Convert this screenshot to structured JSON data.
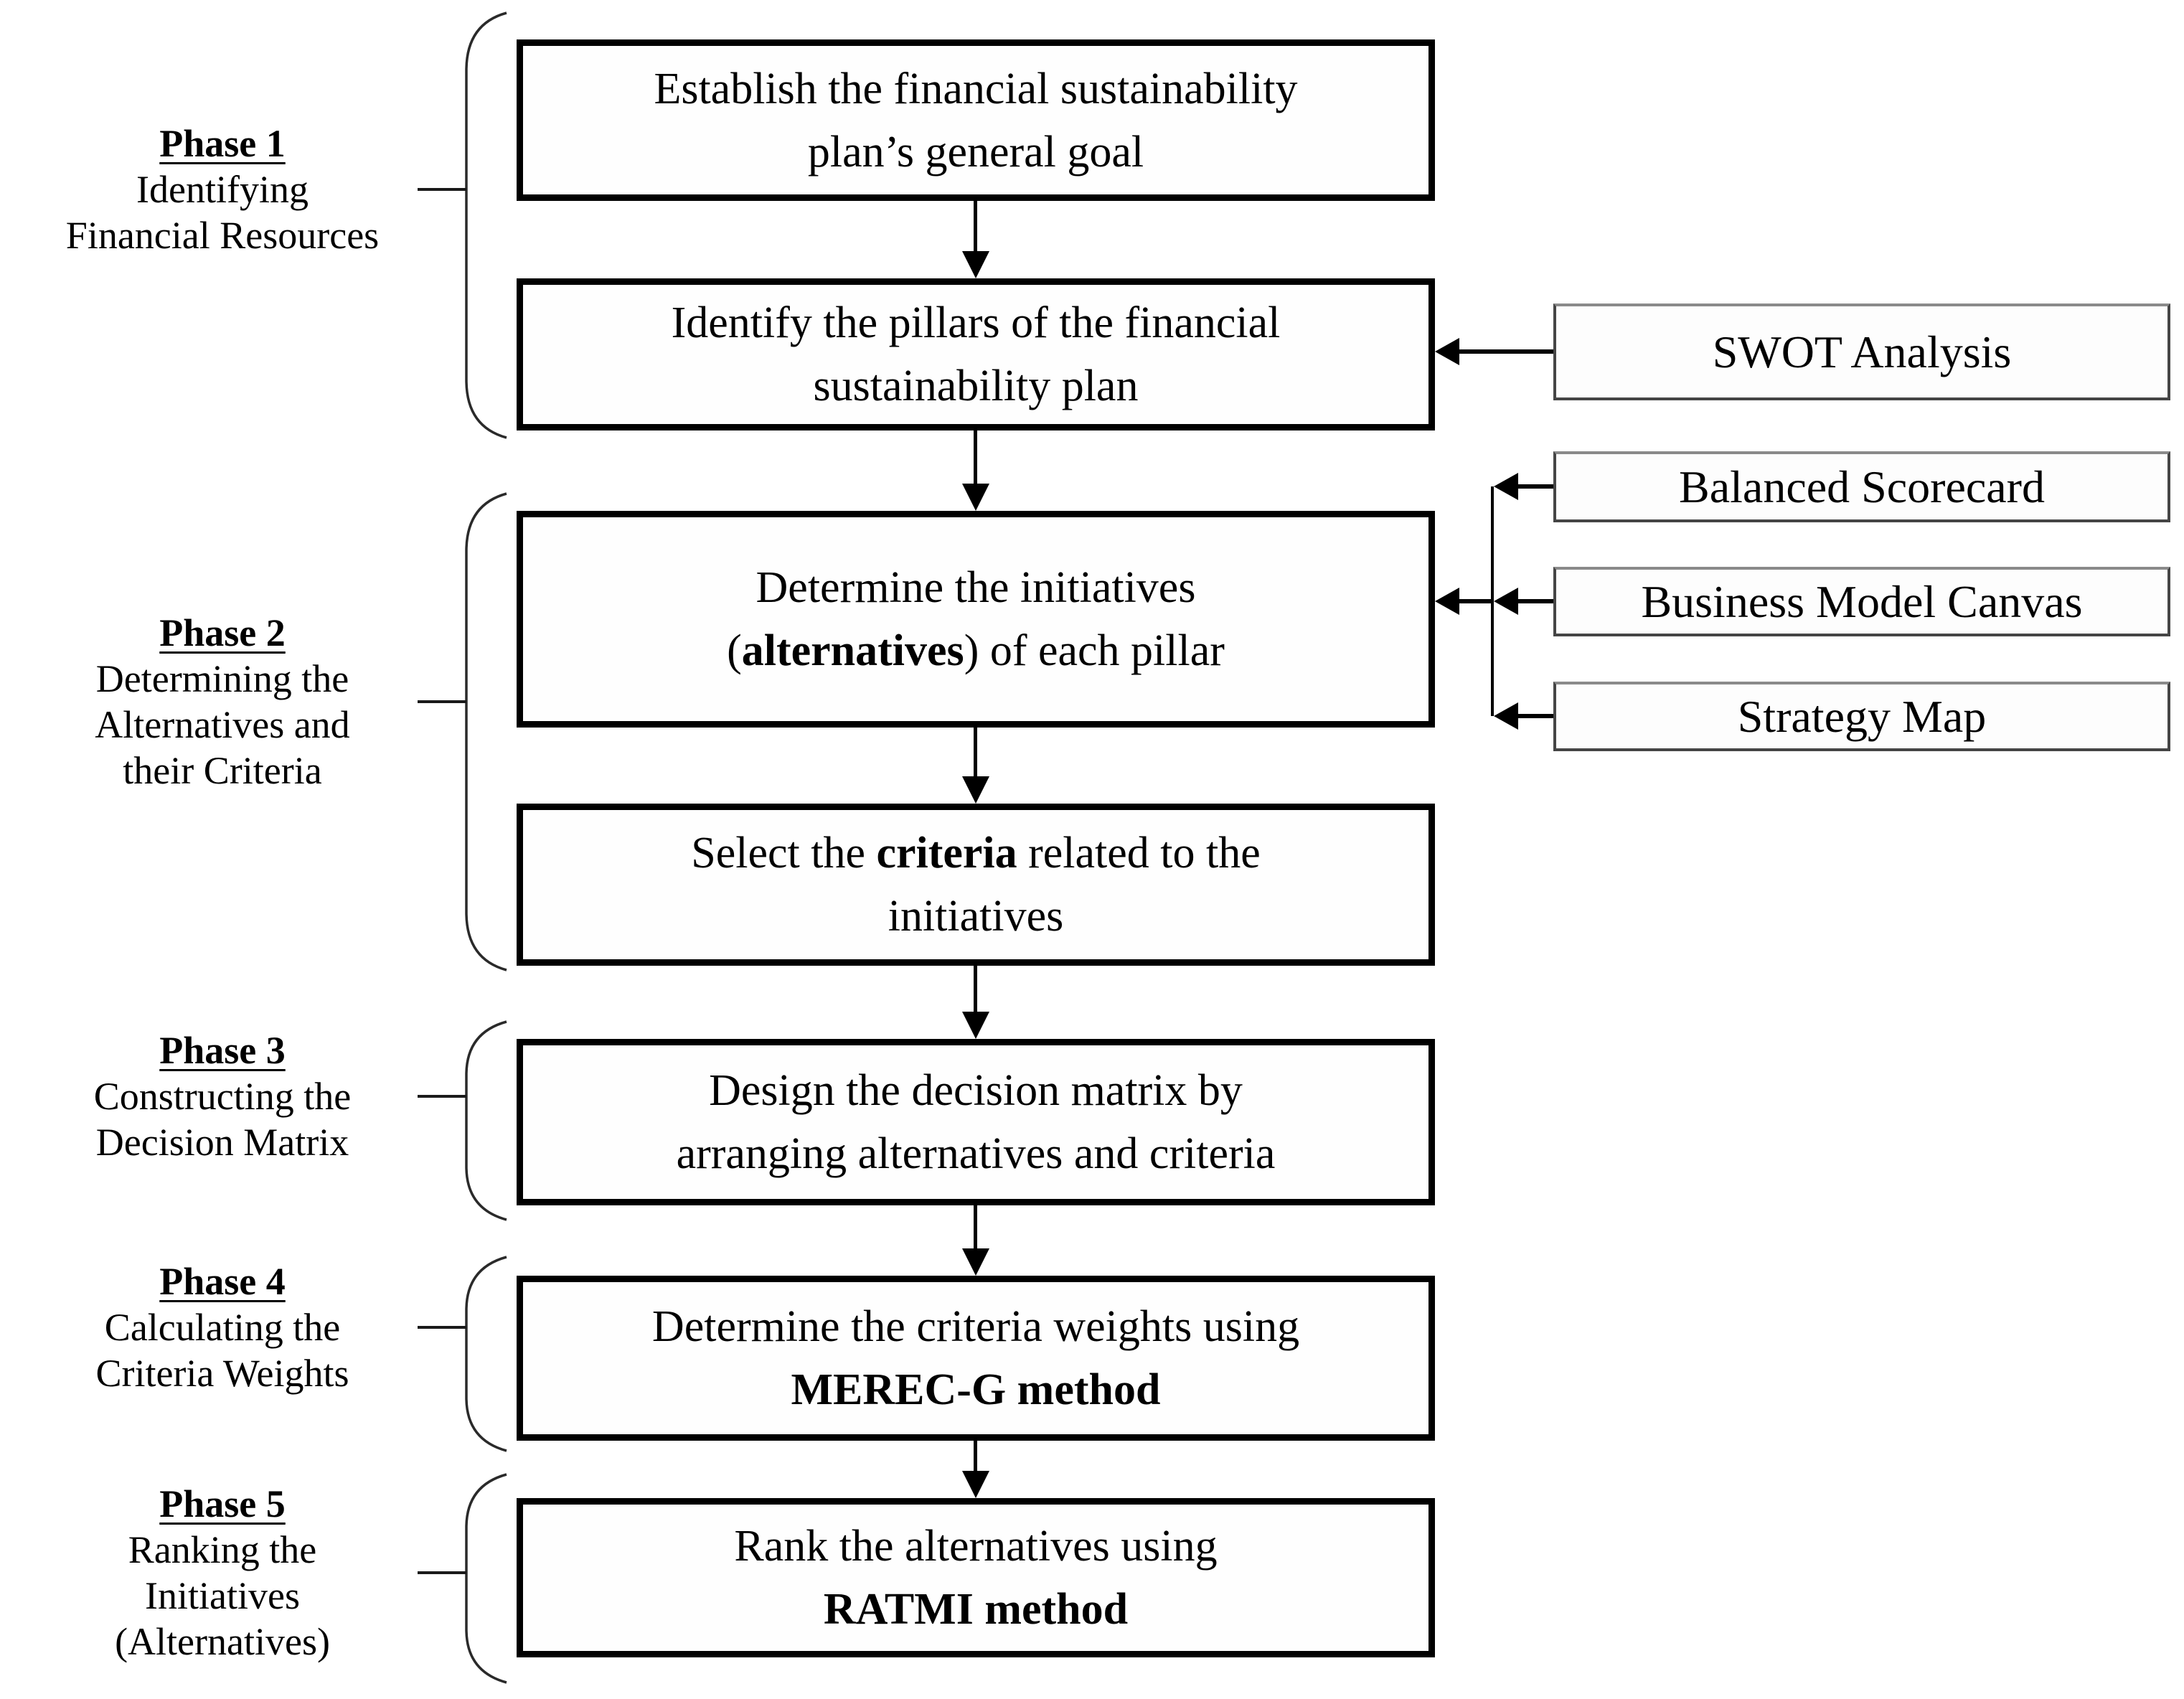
{
  "diagram": {
    "phases": [
      {
        "title": "Phase 1",
        "desc": [
          "Identifying",
          "Financial Resources"
        ]
      },
      {
        "title": "Phase 2",
        "desc": [
          "Determining the",
          "Alternatives and",
          "their Criteria"
        ]
      },
      {
        "title": "Phase 3",
        "desc": [
          "Constructing the",
          "Decision Matrix"
        ]
      },
      {
        "title": "Phase 4",
        "desc": [
          "Calculating the",
          "Criteria Weights"
        ]
      },
      {
        "title": "Phase 5",
        "desc": [
          "Ranking the",
          "Initiatives",
          "(Alternatives)"
        ]
      }
    ],
    "steps": {
      "establish_goal": {
        "l1": "Establish the financial sustainability",
        "l2": "plan’s general goal"
      },
      "identify_pillars": {
        "l1": "Identify the pillars of the financial",
        "l2": "sustainability plan"
      },
      "determine_initiatives": {
        "l1": "Determine the initiatives",
        "l2_pre": "(",
        "l2_bold": "alternatives",
        "l2_post": ") of each pillar"
      },
      "select_criteria": {
        "l1_pre": "Select the ",
        "l1_bold": "criteria",
        "l1_post": " related to the",
        "l2": "initiatives"
      },
      "design_matrix": {
        "l1": "Design the decision matrix by",
        "l2": "arranging alternatives and criteria"
      },
      "determine_weights": {
        "l1": "Determine the criteria weights using",
        "l2_bold": "MEREC-G method"
      },
      "rank_alternatives": {
        "l1": "Rank the alternatives using",
        "l2_bold": "RATMI method"
      }
    },
    "tools": {
      "swot": "SWOT Analysis",
      "balanced_scorecard": "Balanced Scorecard",
      "business_model_canvas": "Business Model Canvas",
      "strategy_map": "Strategy Map"
    },
    "colors": {
      "background": "#ffffff",
      "box_border": "#000000",
      "tool_border": "#454545",
      "line": "#000000",
      "brace": "#2a2a2a",
      "text": "#000000"
    }
  }
}
